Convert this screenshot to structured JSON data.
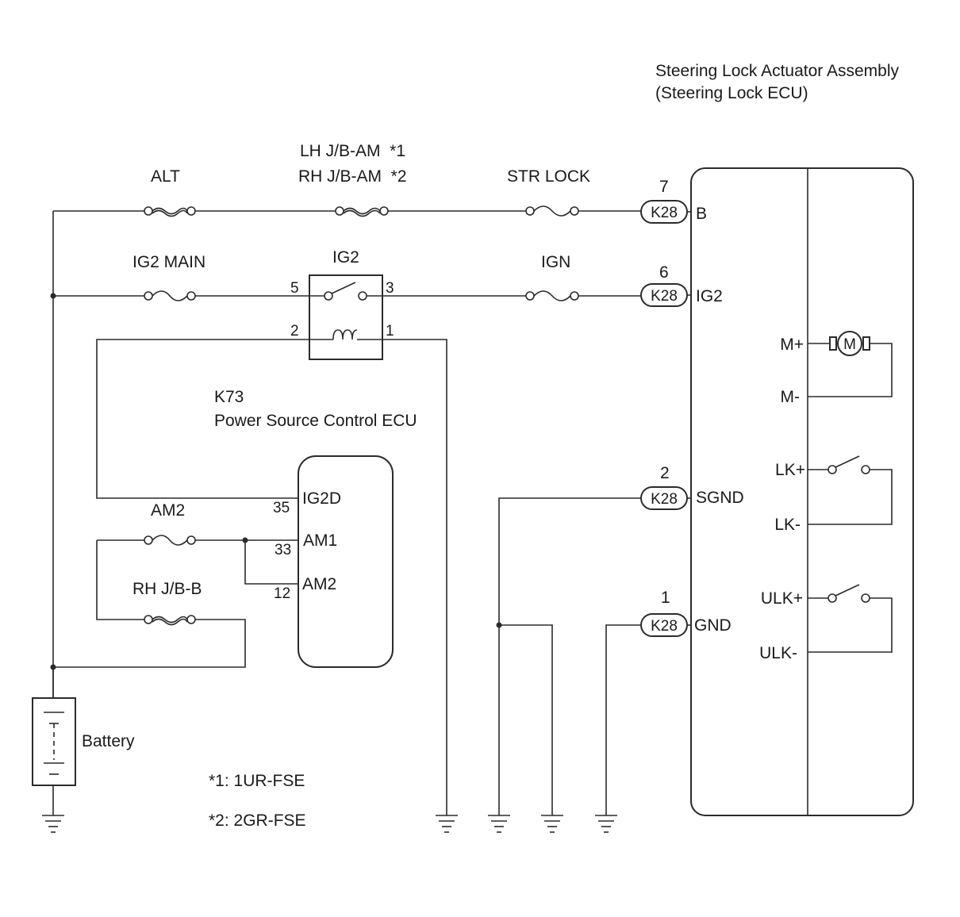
{
  "steering_ecu": {
    "title_line1": "Steering Lock Actuator Assembly",
    "title_line2": "(Steering Lock ECU)",
    "connector": "K28",
    "pins": {
      "b": {
        "num": "7",
        "name": "B"
      },
      "ig2": {
        "num": "6",
        "name": "IG2"
      },
      "sgnd": {
        "num": "2",
        "name": "SGND"
      },
      "gnd": {
        "num": "1",
        "name": "GND"
      }
    },
    "internal": {
      "motor_pos": "M+",
      "motor_neg": "M-",
      "motor_symbol": "M",
      "lk_pos": "LK+",
      "lk_neg": "LK-",
      "ulk_pos": "ULK+",
      "ulk_neg": "ULK-"
    }
  },
  "fuses": {
    "alt": "ALT",
    "jb_am_line1": "LH J/B-AM  *1",
    "jb_am_line2": "RH J/B-AM  *2",
    "str_lock": "STR LOCK",
    "ig2_main": "IG2 MAIN",
    "ign": "IGN",
    "am2": "AM2",
    "rh_jb_b": "RH J/B-B"
  },
  "relay": {
    "name": "IG2",
    "pins": {
      "p5": "5",
      "p3": "3",
      "p2": "2",
      "p1": "1"
    }
  },
  "power_ecu": {
    "code": "K73",
    "name": "Power Source Control ECU",
    "pins": {
      "ig2d": {
        "num": "35",
        "name": "IG2D"
      },
      "am1": {
        "num": "33",
        "name": "AM1"
      },
      "am2": {
        "num": "12",
        "name": "AM2"
      }
    }
  },
  "battery": {
    "label": "Battery"
  },
  "notes": {
    "n1": "*1: 1UR-FSE",
    "n2": "*2: 2GR-FSE"
  }
}
